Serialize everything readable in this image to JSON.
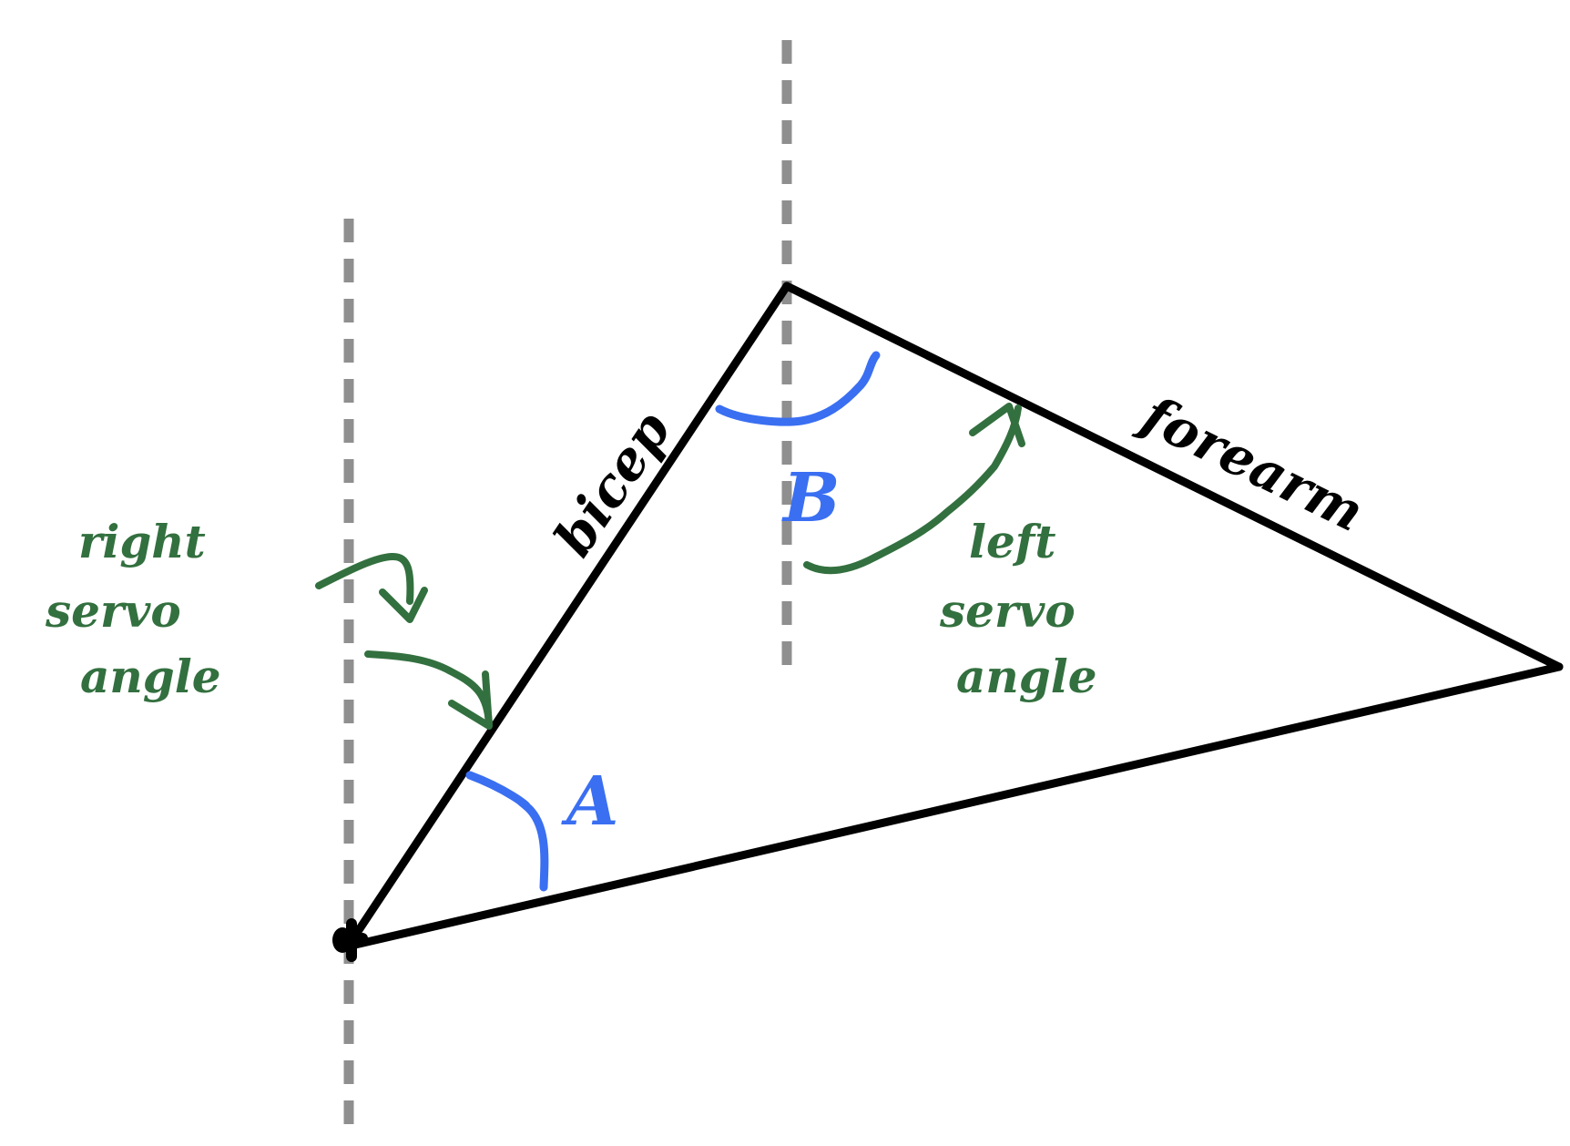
{
  "colors": {
    "arm": "#000000",
    "reference_line": "#8f8f8f",
    "angle_marker": "#3a6ff2",
    "annotation": "#33703f"
  },
  "labels": {
    "upper_arm": "bicep",
    "forearm": "forearm",
    "angle_a": "A",
    "angle_b": "B",
    "right_servo_line1": "right",
    "right_servo_line2": "servo",
    "right_servo_line3": "angle",
    "left_servo_line1": "left",
    "left_servo_line2": "servo",
    "left_servo_line3": "angle"
  }
}
